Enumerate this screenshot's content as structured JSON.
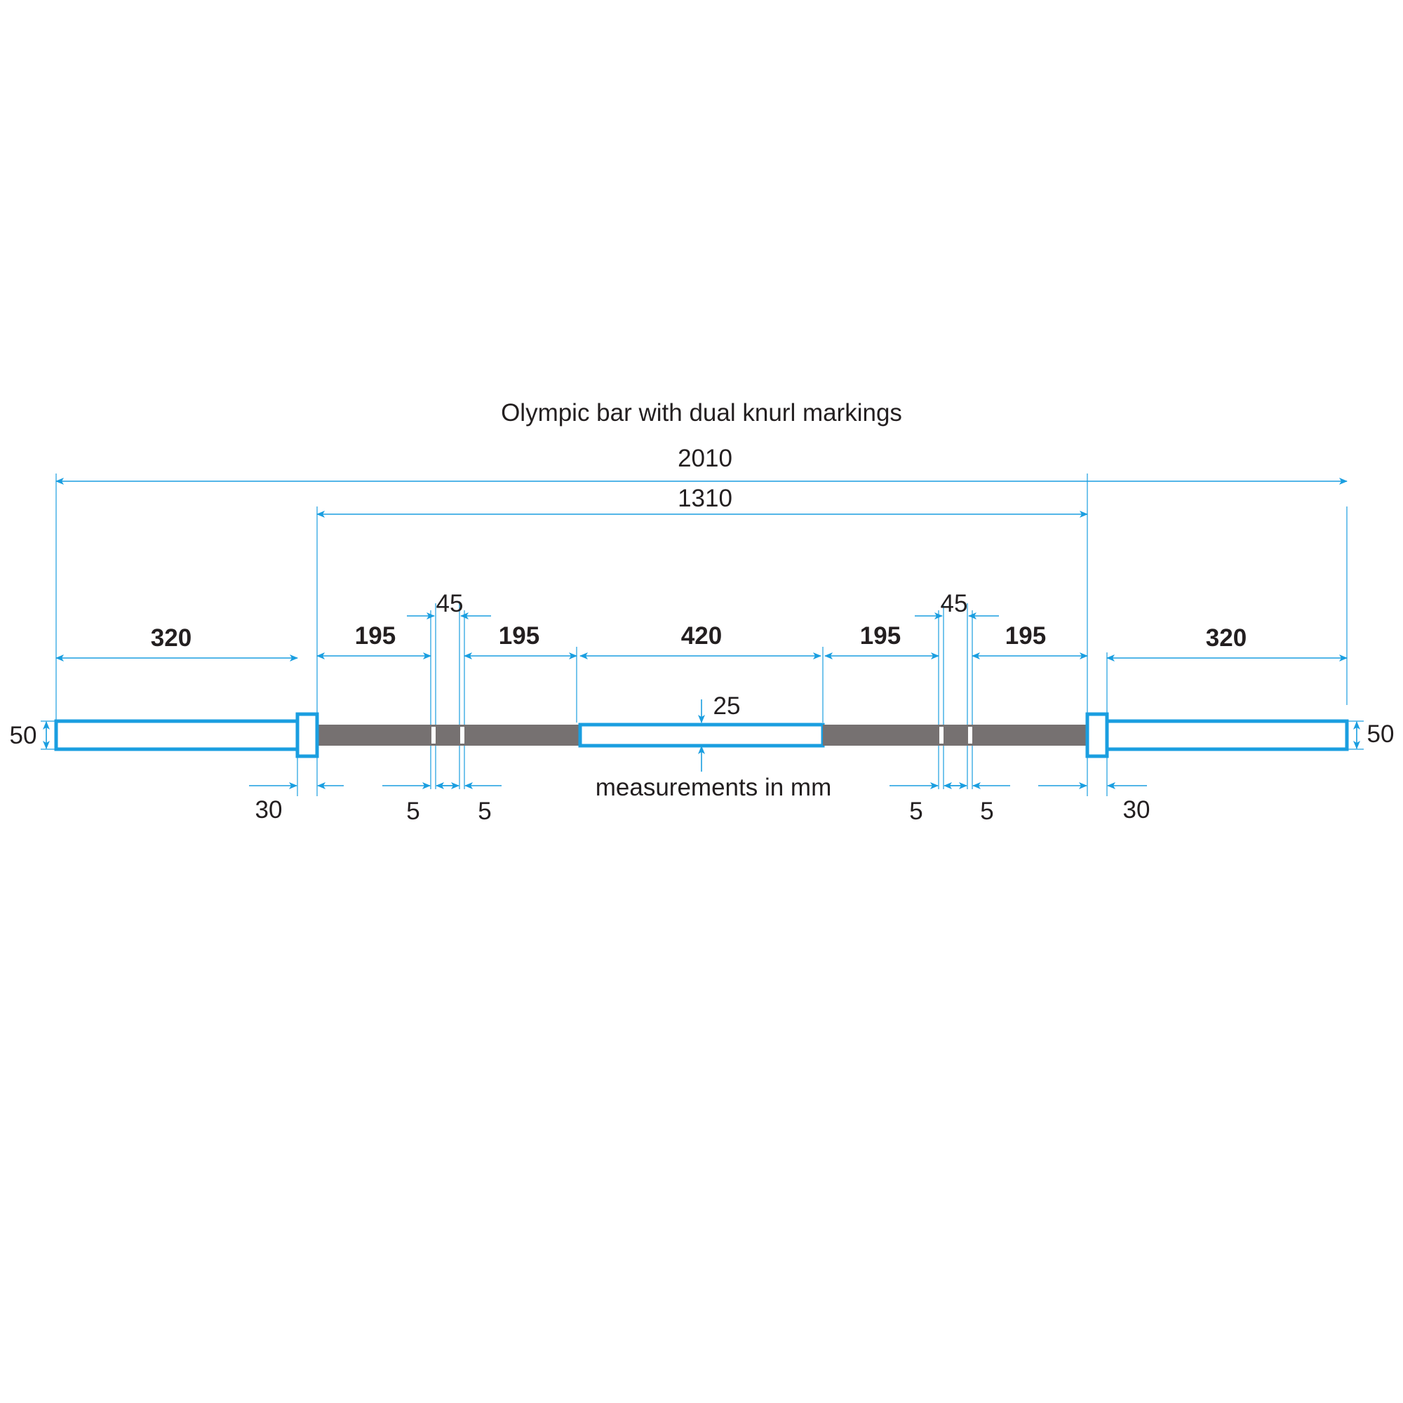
{
  "title": "Olympic bar with dual knurl markings",
  "units_note": "measurements in mm",
  "colors": {
    "dimension": "#1a9ee0",
    "outline": "#1a9ee0",
    "knurl": "#767171",
    "text": "#231f20"
  },
  "dimensions": {
    "overall_length": "2010",
    "shaft_length": "1310",
    "sleeve_left": "320",
    "sleeve_right": "320",
    "left_outer_knurl": "195",
    "left_inner_knurl": "195",
    "center_smooth": "420",
    "right_inner_knurl": "195",
    "right_outer_knurl": "195",
    "left_mark_gap": "45",
    "right_mark_gap": "45",
    "shaft_diameter": "25",
    "sleeve_diameter_left": "50",
    "sleeve_diameter_right": "50",
    "collar_left": "30",
    "collar_right": "30",
    "mark_width_1": "5",
    "mark_width_2": "5",
    "mark_width_3": "5",
    "mark_width_4": "5"
  }
}
